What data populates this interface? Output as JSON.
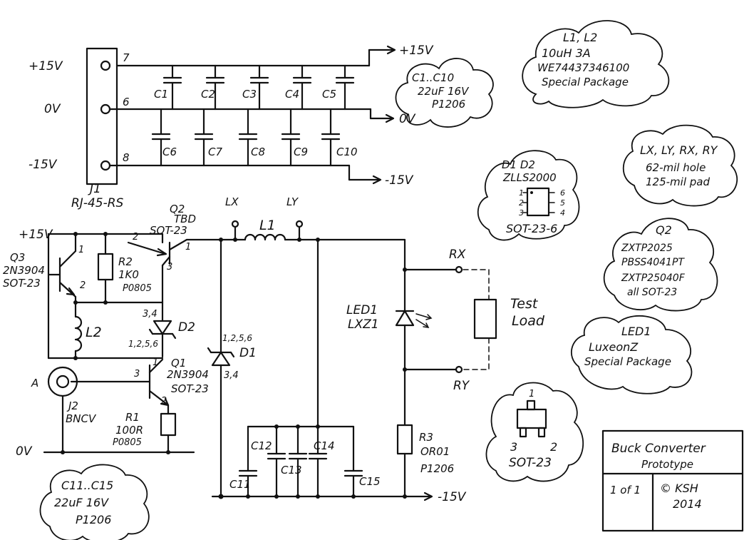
{
  "title_block": {
    "title_line1": "Buck Converter",
    "title_line2": "Prototype",
    "sheet": "1 of 1",
    "copyright": "© KSH",
    "year": "2014"
  },
  "connector": {
    "ref": "J1",
    "part": "RJ-45-RS",
    "pins": [
      {
        "rail": "+15V",
        "pin": "7"
      },
      {
        "rail": "0V",
        "pin": "6"
      },
      {
        "rail": "-15V",
        "pin": "8"
      }
    ],
    "rail_out_pos": "+15V",
    "rail_out_zero": "0V",
    "rail_out_neg": "-15V"
  },
  "caps_top": [
    "C1",
    "C2",
    "C3",
    "C4",
    "C5"
  ],
  "caps_bottom": [
    "C6",
    "C7",
    "C8",
    "C9",
    "C10"
  ],
  "caps_out": [
    "C11",
    "C12",
    "C13",
    "C14",
    "C15"
  ],
  "parts": {
    "q2_ref": "Q2",
    "q2_val": "TBD",
    "q2_pkg": "SOT-23",
    "q3_ref": "Q3",
    "q3_part": "2N3904",
    "q3_pkg": "SOT-23",
    "r2_ref": "R2",
    "r2_val": "1K0",
    "r2_pkg": "P0805",
    "l2_ref": "L2",
    "d2_ref": "D2",
    "d2_pins_a": "3,4",
    "d2_pins_k": "1,2,5,6",
    "q1_ref": "Q1",
    "q1_part": "2N3904",
    "q1_pkg": "SOT-23",
    "r1_ref": "R1",
    "r1_val": "100R",
    "r1_pkg": "P0805",
    "j2_ref": "J2",
    "j2_part": "BNCV",
    "j2_signal": "A",
    "d1_ref": "D1",
    "d1_pins_k": "1,2,5,6",
    "d1_pins_a": "3,4",
    "l1_ref": "L1",
    "led_ref": "LED1",
    "led_part": "LXZ1",
    "r3_ref": "R3",
    "r3_val": "OR01",
    "r3_pkg": "P1206",
    "test_load_1": "Test",
    "test_load_2": "Load",
    "lx": "LX",
    "ly": "LY",
    "rx": "RX",
    "ry": "RY",
    "hv": "+15V",
    "zero_v": "0V",
    "neg_v": "-15V"
  },
  "pin_numbers": {
    "q3_1": "1",
    "q3_2": "2",
    "q2_2": "2",
    "q2_1": "1",
    "q2_3": "3",
    "q1_3": "3",
    "q1_1": "1",
    "q1_2": "2"
  },
  "notes": {
    "caps_top": [
      "C1..C10",
      "22uF 16V",
      "P1206"
    ],
    "inductors": [
      "L1, L2",
      "10uH   3A",
      "WE74437346100",
      "Special Package"
    ],
    "diodes": [
      "D1  D2",
      "ZLLS2000"
    ],
    "diodes_pkg": "SOT-23-6",
    "diodes_pins_left": [
      "1",
      "2",
      "3"
    ],
    "diodes_pins_right": [
      "6",
      "5",
      "4"
    ],
    "test_points": [
      "LX, LY, RX, RY",
      "62-mil hole",
      "125-mil pad"
    ],
    "q2_note": [
      "Q2",
      "ZXTP2025",
      "PBSS4041PT",
      "ZXTP25040F",
      "all SOT-23"
    ],
    "led_note": [
      "LED1",
      "LuxeonZ",
      "Special Package"
    ],
    "sot23": {
      "pin1": "1",
      "pin3": "3",
      "pin2": "2",
      "label": "SOT-23"
    },
    "caps_out": [
      "C11..C15",
      "22uF 16V",
      "P1206"
    ]
  }
}
